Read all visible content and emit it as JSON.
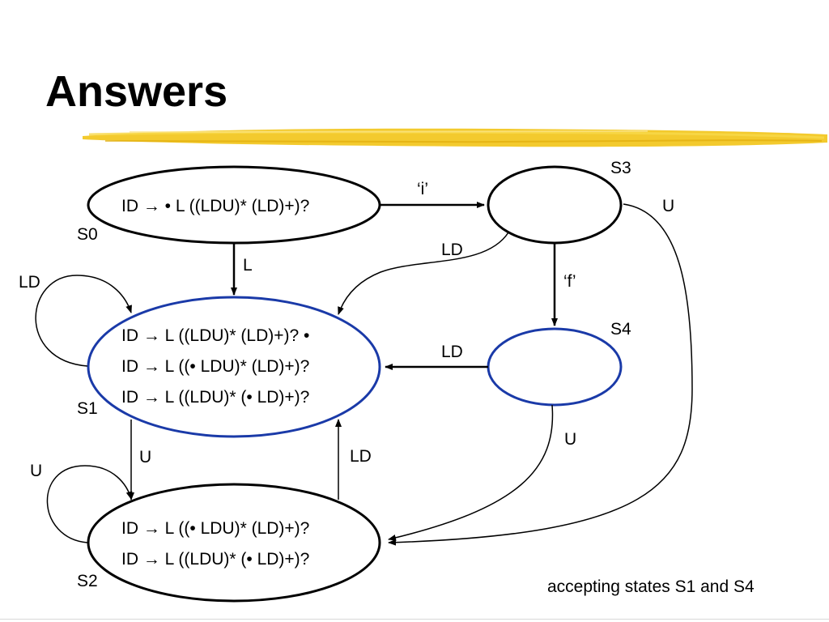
{
  "slide": {
    "title": "Answers",
    "footnote": "accepting states S1 and S4"
  },
  "colors": {
    "accent_brush": "#f2c417",
    "accepting_state_border": "#1a3aa8",
    "edge": "#000000"
  },
  "states": {
    "s0": {
      "name": "S0",
      "items": [
        "ID → • L ((LDU)* (LD)+)?"
      ]
    },
    "s1": {
      "name": "S1",
      "accepting": true,
      "items": [
        "ID → L ((LDU)* (LD)+)? •",
        "ID → L ((• LDU)* (LD)+)?",
        "ID → L ((LDU)* (•  LD)+)?"
      ]
    },
    "s2": {
      "name": "S2",
      "items": [
        "ID → L ((• LDU)* (LD)+)?",
        "ID → L ((LDU)* (•  LD)+)?"
      ]
    },
    "s3": {
      "name": "S3",
      "items": []
    },
    "s4": {
      "name": "S4",
      "accepting": true,
      "items": []
    }
  },
  "transitions": {
    "s0_s1": "L",
    "s0_s3": "‘i’",
    "s3_s1": "LD",
    "s3_s4": "‘f’",
    "s3_s2": "U",
    "s4_s1": "LD",
    "s4_s2": "U",
    "s1_s1": "LD",
    "s1_s2": "U",
    "s2_s1": "LD",
    "s2_s2": "U"
  }
}
